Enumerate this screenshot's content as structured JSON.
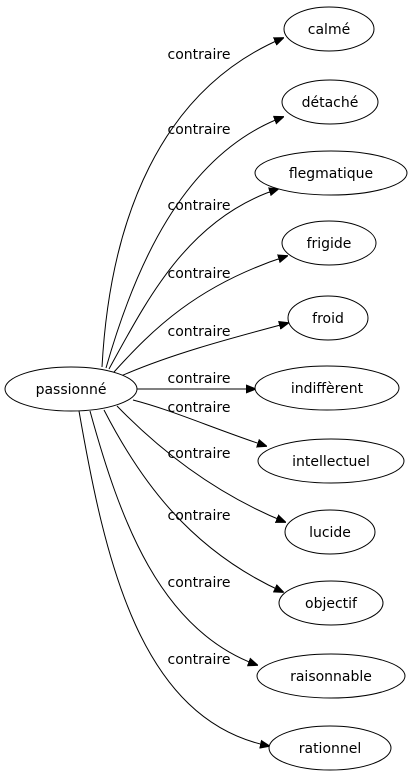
{
  "source": {
    "label": "passionné"
  },
  "edges": [
    {
      "relation": "contraire",
      "target": "calmé"
    },
    {
      "relation": "contraire",
      "target": "détaché"
    },
    {
      "relation": "contraire",
      "target": "flegmatique"
    },
    {
      "relation": "contraire",
      "target": "frigide"
    },
    {
      "relation": "contraire",
      "target": "froid"
    },
    {
      "relation": "contraire",
      "target": "indiffèrent"
    },
    {
      "relation": "contraire",
      "target": "intellectuel"
    },
    {
      "relation": "contraire",
      "target": "lucide"
    },
    {
      "relation": "contraire",
      "target": "objectif"
    },
    {
      "relation": "contraire",
      "target": "raisonnable"
    },
    {
      "relation": "contraire",
      "target": "rationnel"
    }
  ]
}
